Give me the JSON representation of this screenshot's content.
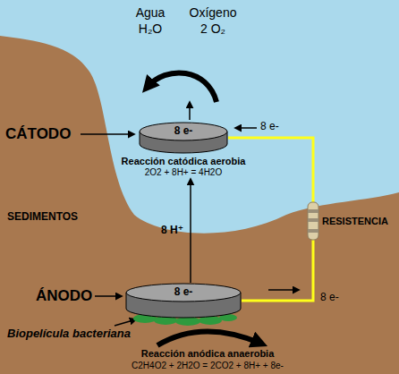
{
  "diagram": {
    "nodes": [
      {
        "text": [
          "8 e-",
          "Reacción catódica aerobia",
          "2O2 + 8H+ = 4H2O"
        ]
      },
      {
        "text": [
          "8 e-"
        ]
      }
    ],
    "edges": [
      {
        "from": 1,
        "to": 0,
        "arrow": "none"
      },
      {
        "from": 1,
        "to": 0,
        "arrow": "to",
        "label": "8 H⁺"
      }
    ],
    "labels": [
      "Agua",
      "H₂O",
      "Oxígeno",
      "2 O₂",
      "CÁTODO",
      "8 e-",
      "RESISTENCIA",
      "SEDIMENTOS",
      "ÁNODO",
      "8 e-",
      "Biopelícula bacteriana",
      "Reacción anódica anaerobia",
      "C2H4O2 + 2H2O = 2CO2 + 8H+ + 8e-"
    ]
  }
}
